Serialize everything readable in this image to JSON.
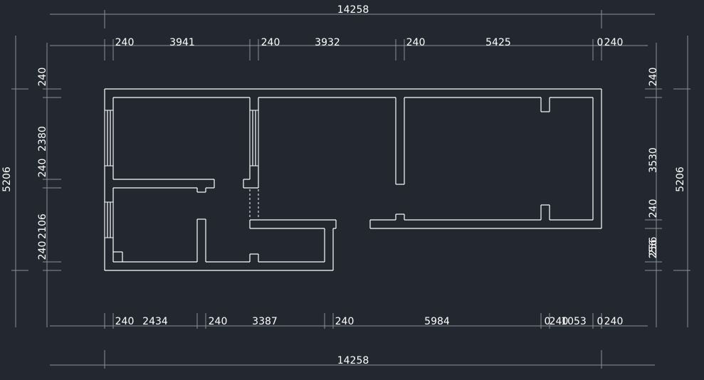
{
  "dimensions": {
    "top_total": "14258",
    "top_segments": [
      "240",
      "3941",
      "240",
      "3932",
      "240",
      "5425",
      "0",
      "240"
    ],
    "bottom_total": "14258",
    "bottom_segments": [
      "240",
      "2434",
      "240",
      "3387",
      "240",
      "5984",
      "0",
      "240",
      "1053",
      "0",
      "240"
    ],
    "left_total": "5206",
    "left_segments": [
      "240",
      "2380",
      "240",
      "2106",
      "240"
    ],
    "right_total": "5206",
    "right_segments": [
      "240",
      "3530",
      "240",
      "256",
      "256"
    ]
  },
  "colors": {
    "background": "#232830",
    "lines": "#ffffff",
    "dim_lines": "#8a8f96"
  }
}
